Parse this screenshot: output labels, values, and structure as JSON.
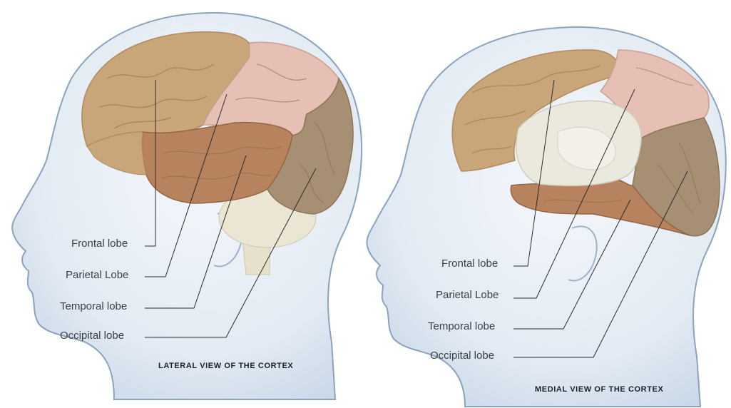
{
  "diagram": {
    "lateral": {
      "caption": "LATERAL VIEW OF THE CORTEX",
      "labels": [
        "Frontal lobe",
        "Parietal Lobe",
        "Temporal lobe",
        "Occipital lobe"
      ]
    },
    "medial": {
      "caption": "MEDIAL VIEW OF THE CORTEX",
      "labels": [
        "Frontal lobe",
        "Parietal Lobe",
        "Temporal lobe",
        "Occipital lobe"
      ]
    }
  },
  "colors": {
    "frontal": "#c9a679",
    "parietal": "#e6c0b4",
    "temporal": "#b7835e",
    "occipital": "#a68f73",
    "corpus": "#e9e6dc",
    "cerebellum": "#e8e3cf",
    "head_fill": "#e4ebf3",
    "head_edge": "#7f9ab8",
    "leader": "#2b2b2b"
  }
}
